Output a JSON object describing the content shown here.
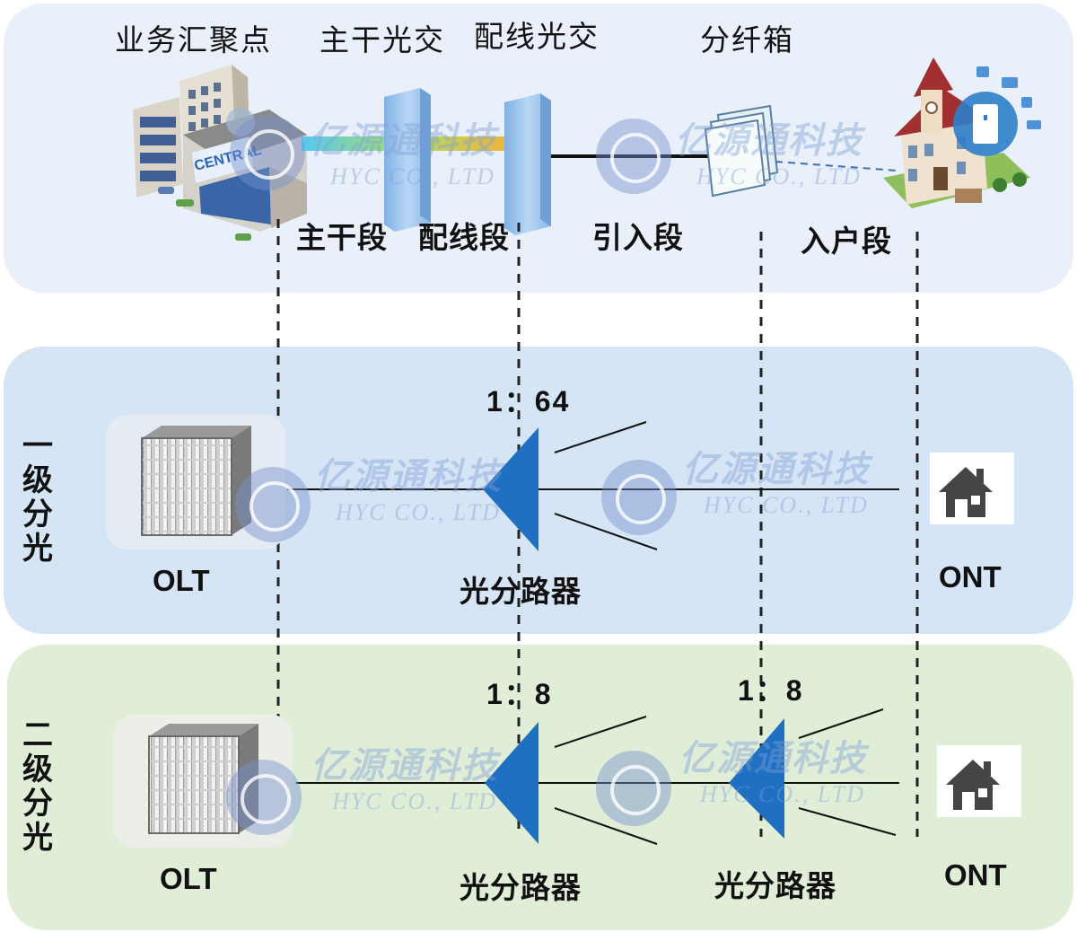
{
  "top": {
    "nodes": [
      "业务汇聚点",
      "主干光交",
      "配线光交",
      "分纤箱"
    ],
    "segments": [
      "主干段",
      "配线段",
      "引入段",
      "入户段"
    ],
    "building_label": "CENTRAL"
  },
  "level1": {
    "label": [
      "一",
      "级",
      "分",
      "光"
    ],
    "ratio": "1：64",
    "olt": "OLT",
    "splitter": "光分路器",
    "ont": "ONT"
  },
  "level2": {
    "label": [
      "二",
      "级",
      "分",
      "光"
    ],
    "ratio1": "1：8",
    "ratio2": "1：8",
    "olt": "OLT",
    "splitter1": "光分路器",
    "splitter2": "光分路器",
    "ont": "ONT"
  },
  "watermark": {
    "cn": "亿源通科技",
    "en": "HYC CO., LTD"
  },
  "colors": {
    "top_panel": "#e9f0f9",
    "mid_panel": "#d6e5f5",
    "bottom_panel": "#e0eed8",
    "splitter": "#1f6fc2",
    "pillar": "#9ec4ec",
    "ont_house": "#454545"
  },
  "icons": [
    "office-building-icon",
    "fiber-cabinet-icon",
    "distribution-box-icon",
    "house-with-devices-icon",
    "olt-chassis-icon",
    "splitter-triangle-icon",
    "home-icon"
  ]
}
